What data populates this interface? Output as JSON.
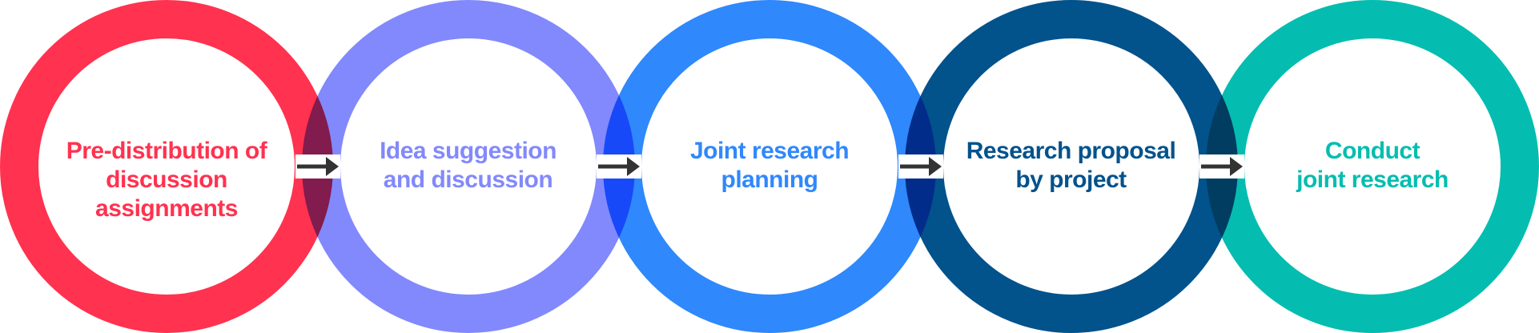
{
  "steps": [
    {
      "line1": "Pre-distribution of",
      "line2": "discussion assignments",
      "color": "#ff324f"
    },
    {
      "line1": "Idea suggestion",
      "line2": "and discussion",
      "color": "#8289fc"
    },
    {
      "line1": "Joint research",
      "line2": "planning",
      "color": "#2f88fc"
    },
    {
      "line1": "Research proposal",
      "line2": "by project",
      "color": "#02528c"
    },
    {
      "line1": "Conduct",
      "line2": "joint research",
      "color": "#04bdb0"
    }
  ],
  "arrow_color": "#333333",
  "arrow_icon": "arrow-right-icon"
}
